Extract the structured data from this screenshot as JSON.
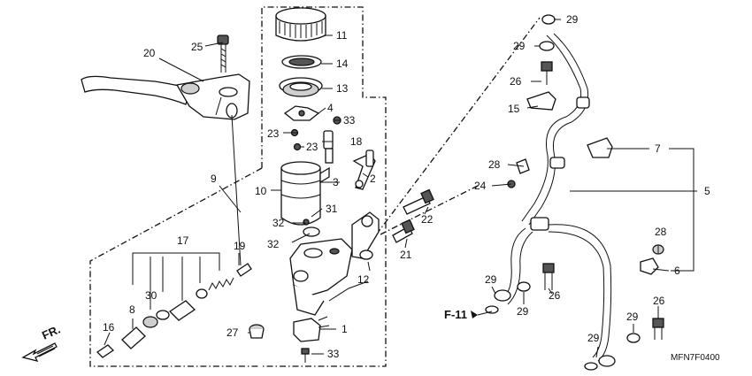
{
  "diagram": {
    "part_numbers": {
      "n1": "1",
      "n2": "2",
      "n3": "3",
      "n4": "4",
      "n5": "5",
      "n6": "6",
      "n7": "7",
      "n8": "8",
      "n9": "9",
      "n10": "10",
      "n11": "11",
      "n12": "12",
      "n13": "13",
      "n14": "14",
      "n15": "15",
      "n16": "16",
      "n17": "17",
      "n18": "18",
      "n19": "19",
      "n20": "20",
      "n21": "21",
      "n22": "22",
      "n23": "23",
      "n24": "24",
      "n25": "25",
      "n26": "26",
      "n27": "27",
      "n28": "28",
      "n29": "29",
      "n30": "30",
      "n31": "31",
      "n32": "32",
      "n33": "33"
    },
    "reference": "F-11",
    "direction_label": "FR.",
    "diagram_code": "MFN7F0400"
  }
}
